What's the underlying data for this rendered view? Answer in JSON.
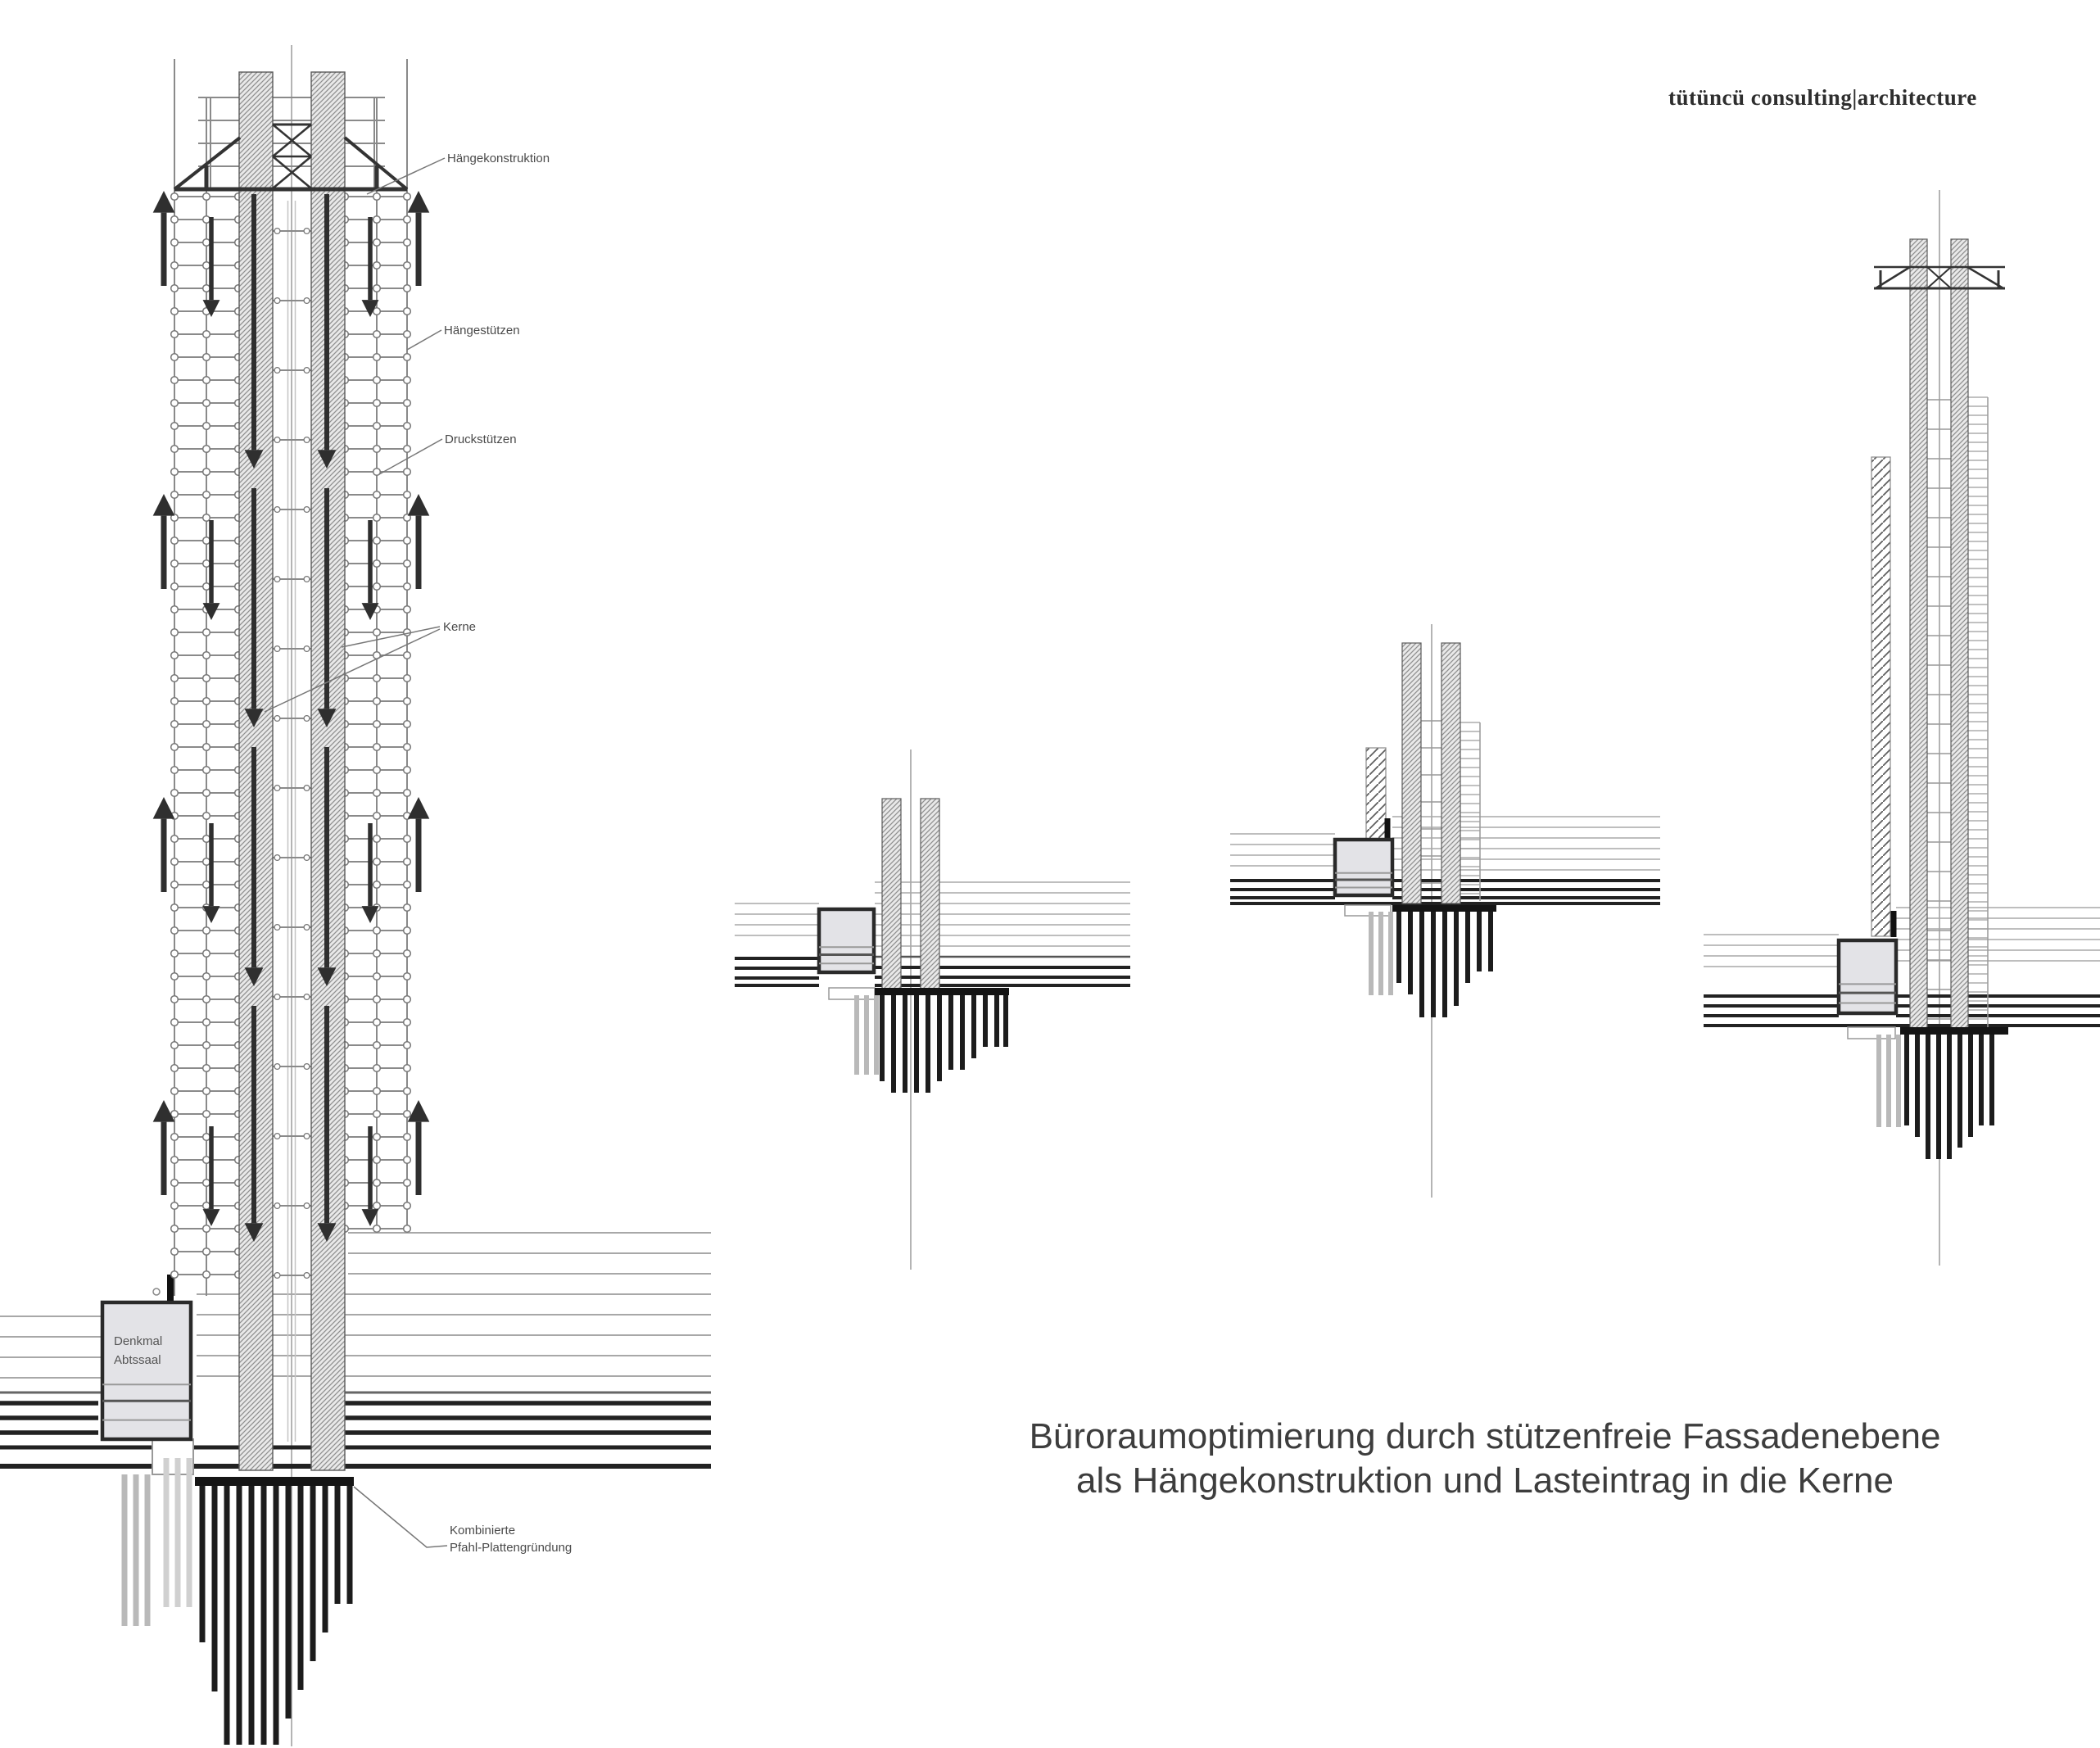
{
  "logo": {
    "text": "tütüncü consulting|architecture"
  },
  "caption": {
    "line1": "Büroraumoptimierung durch stützenfreie Fassadenebene",
    "line2": "als Hängekonstruktion und Lasteintrag in die Kerne"
  },
  "main_drawing": {
    "labels": {
      "hanging_structure": "Hängekonstruktion",
      "hanging_columns": "Hängestützen",
      "compression_columns": "Druckstützen",
      "cores": "Kerne",
      "foundation_line1": "Kombinierte",
      "foundation_line2": "Pfahl-Plattengründung",
      "monument_line1": "Denkmal",
      "monument_line2": "Abtssaal"
    }
  },
  "colors": {
    "line_dark": "#2b2b2b",
    "line_mid": "#777777",
    "line_light": "#a8a8a8",
    "slab_dark": "#222222",
    "hatch_bg": "#e9e9e9",
    "hatch_stroke": "#8f8f8f",
    "monument_fill": "#e3e3e7",
    "pile_dark": "#1c1c1c",
    "pile_gray": "#b9b9b9",
    "pile_pale": "#d0d0d0",
    "arrow": "#2f2f2f",
    "centerline": "#9b9b9b"
  }
}
